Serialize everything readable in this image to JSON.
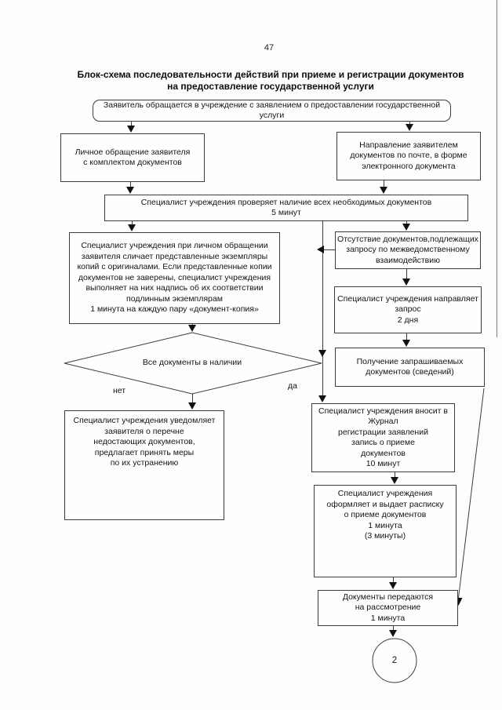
{
  "page": {
    "number": "47",
    "title": "Блок-схема последовательности действий при приеме и регистрации документов\nна предоставление государственной услуги"
  },
  "colors": {
    "line": "#3c3c3c",
    "text": "#141414",
    "background": "#fdfdfd"
  },
  "flow": {
    "start": "Заявитель обращается в учреждение с заявлением о предоставлении государственной\nуслуги",
    "personal_visit": "Личное обращение заявителя\nс комплектом документов",
    "mail_submission": "Направление заявителем\nдокументов по почте, в форме\nэлектронного документа",
    "check_documents": "Специалист учреждения проверяет наличие всех необходимых документов\n5 минут",
    "verify_copies": "Специалист учреждения при личном обращении\nзаявителя сличает представленные экземпляры\nкопий с оригиналами. Если представленные копии\nдокументов не заверены, специалист учреждения\nвыполняет на них надпись об их соответствии\nподлинным экземплярам\n1 минута на каждую пару «документ-копия»",
    "missing_docs": "Отсутствие документов,подлежащих\nзапросу по межведомственному\nвзаимодействию",
    "send_request": "Специалист учреждения направляет\nзапрос\n2 дня",
    "receive_docs": "Получение запрашиваемых\nдокументов (сведений)",
    "decision_all_present": "Все документы в наличии",
    "label_no": "нет",
    "label_yes": "да",
    "notify_missing": "Специалист учреждения уведомляет\nзаявителя о перечне\nнедостающих документов,\nпредлагает принять меры\nпо их устранению",
    "journal_entry": "Специалист учреждения вносит в\nЖурнал\nрегистрации заявлений\nзапись о приеме\nдокументов\n10 минут",
    "issue_receipt": "Специалист учреждения\nоформляет и выдает расписку\nо приеме документов\n1 минута\n(3 минуты)",
    "transfer_review": "Документы передаются\nна рассмотрение\n1 минута",
    "connector_2": "2"
  }
}
